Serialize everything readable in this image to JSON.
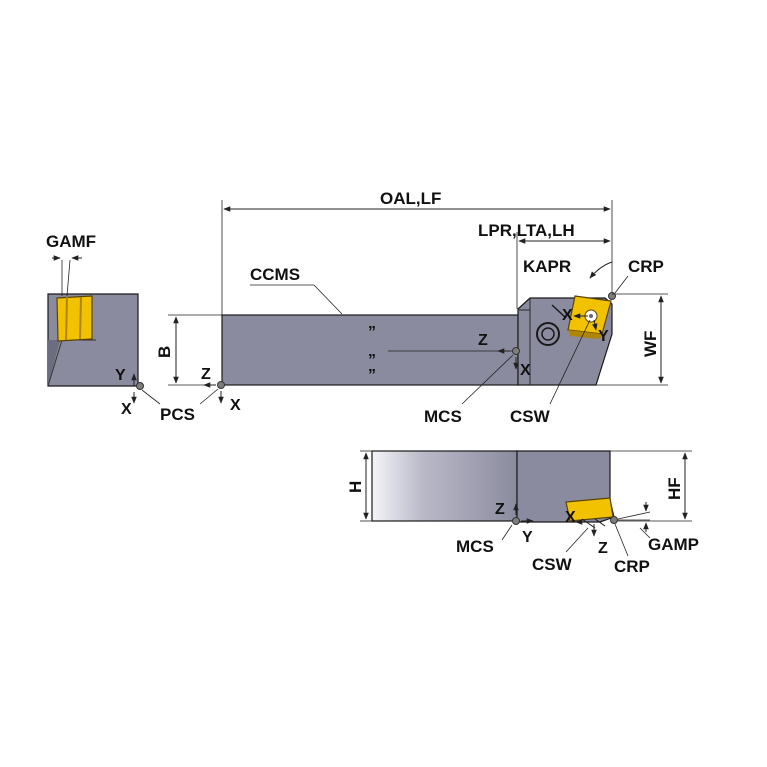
{
  "labels": {
    "oal_lf": "OAL,LF",
    "lpr_lta_lh": "LPR,LTA,LH",
    "kapr": "KAPR",
    "crp": "CRP",
    "ccms": "CCMS",
    "gamf": "GAMF",
    "b": "B",
    "wf": "WF",
    "h": "H",
    "hf": "HF",
    "pcs": "PCS",
    "mcs": "MCS",
    "csw": "CSW",
    "gamp": "GAMP",
    "ditto": "”"
  },
  "axes": {
    "x": "X",
    "y": "Y",
    "z": "Z"
  },
  "colors": {
    "body": "#8b8b9f",
    "body_dark": "#5f5f74",
    "insert": "#f2c200",
    "insert_dark": "#b08600",
    "outline": "#1a1a1a",
    "point": "#7d7d7d"
  }
}
